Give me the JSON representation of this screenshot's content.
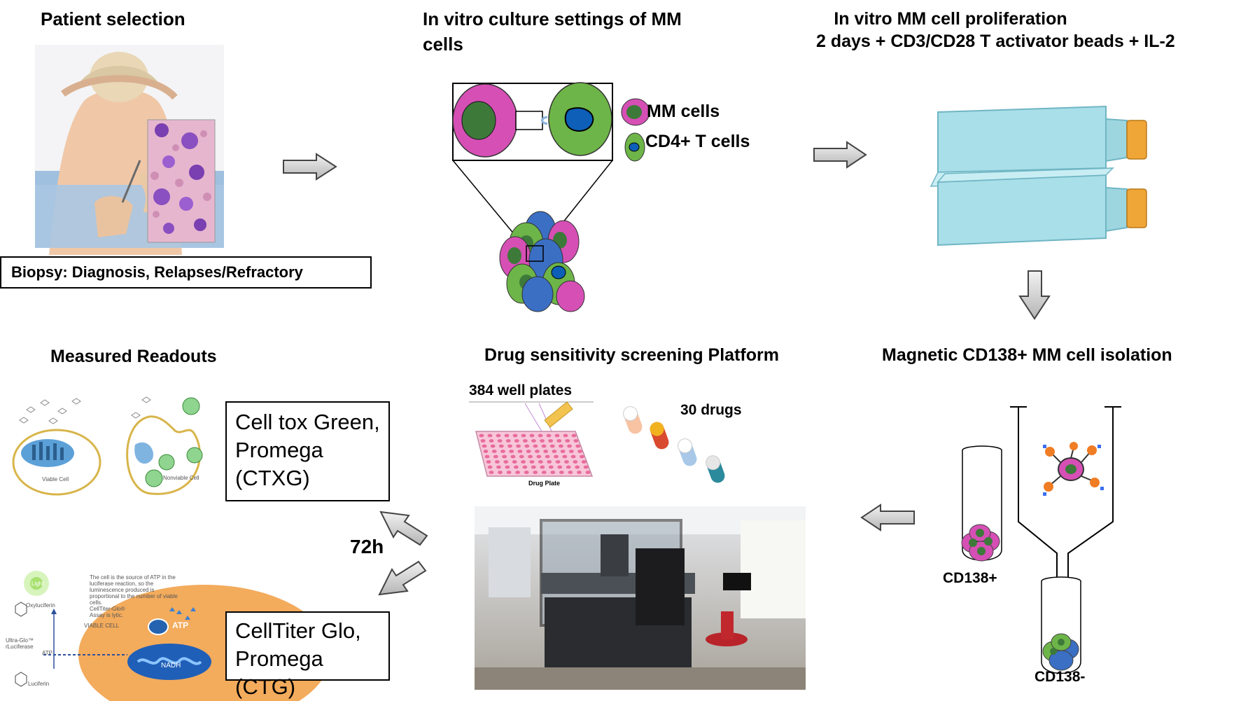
{
  "steps": {
    "patient_selection": {
      "title": "Patient selection",
      "biopsy_label": "Biopsy:  Diagnosis, Relapses/Refractory"
    },
    "culture_settings": {
      "title_line1": "In vitro culture settings  of MM",
      "title_line2": "cells",
      "legend_mm": "MM cells",
      "legend_t": "CD4+ T cells"
    },
    "proliferation": {
      "title_line1": "In vitro MM cell proliferation",
      "title_line2": "2 days + CD3/CD28  T activator beads +  IL-2"
    },
    "isolation": {
      "title": "Magnetic CD138+ MM cell isolation",
      "pos_label": "CD138+",
      "neg_label": "CD138-"
    },
    "screening": {
      "title": "Drug sensitivity screening Platform",
      "plates_label": "384 well plates",
      "drugs_label": "30 drugs",
      "plate_caption": "Drug Plate"
    },
    "readouts": {
      "title": "Measured Readouts",
      "time_label": "72h",
      "ctxg_label": "Cell tox Green, Promega (CTXG)",
      "ctg_label": "CellTiter Glo, Promega (CTG)",
      "viable_cell": "Viable Cell",
      "nonviable_cell": "Nonviable Cell",
      "atp": "ATP",
      "nadh": "NADH",
      "viable_cell_caps": "VIABLE CELL",
      "light": "Light",
      "oxyluciferin": "Oxyluciferin",
      "luciferin": "Luciferin",
      "ultra_glo": "Ultra-Glo™ rLuciferase",
      "atp_small": "ATP",
      "note": "The cell is the source of ATP in the luciferase reaction, so the luminescence produced is proportional to the number of viable cells.",
      "assay_note": "CellTiter-Glo® Assay is lytic."
    }
  },
  "colors": {
    "mm_cell": "#d64fb5",
    "t_cell": "#6db548",
    "nucleus_green": "#3d7a3a",
    "nucleus_blue": "#0d5fb8",
    "blue_cell": "#3a6fc4",
    "arrow_fill": "#cfcfcf",
    "flask": "#a9dfe8",
    "cap": "#f0a637"
  }
}
